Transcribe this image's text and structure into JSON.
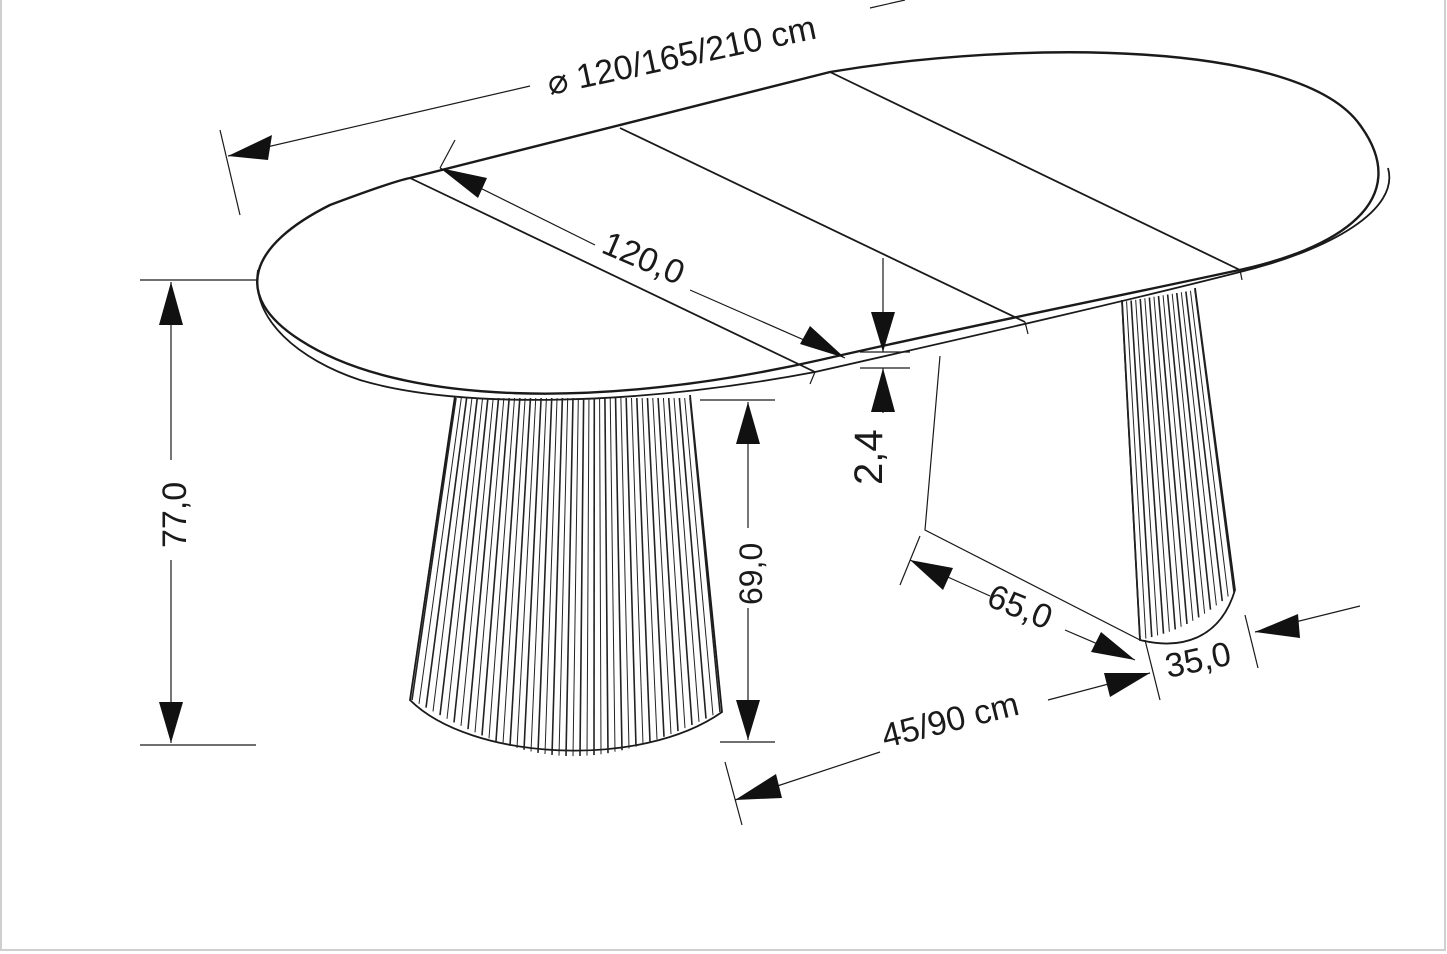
{
  "diagram": {
    "labels": {
      "diameter": "⌀ 120/165/210 cm",
      "top_length": "120,0",
      "height_total": "77,0",
      "height_leg": "69,0",
      "top_thickness": "2,4",
      "leg_spacing": "65,0",
      "leg_depth": "35,0",
      "leg_offset": "45/90 cm"
    }
  }
}
